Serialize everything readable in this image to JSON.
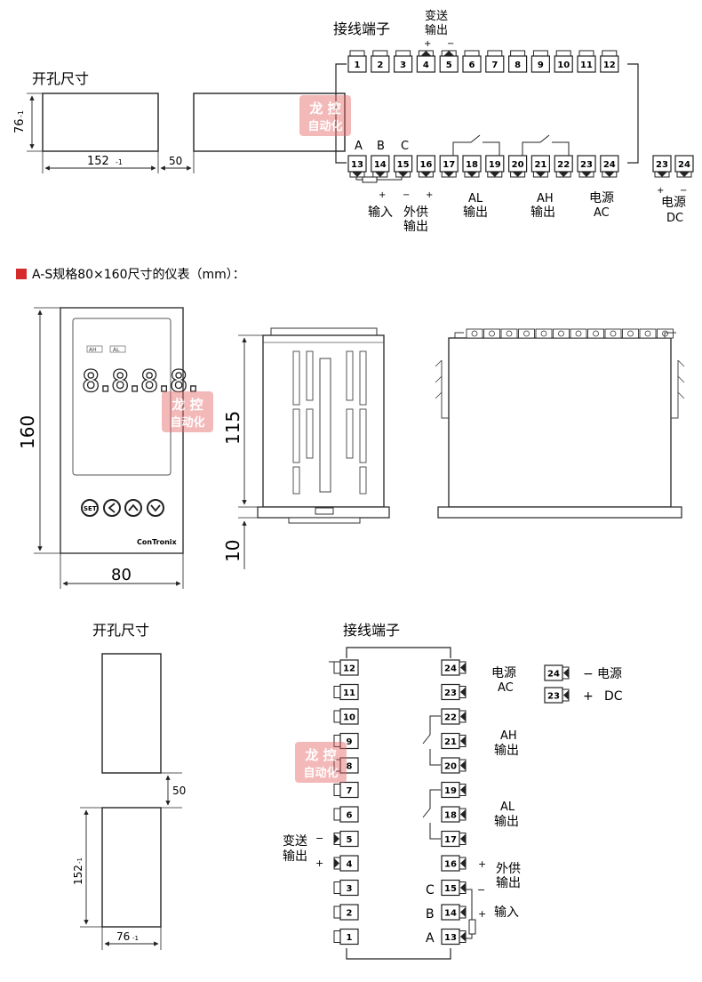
{
  "top": {
    "cutout_title": "开孔尺寸",
    "cutout_height": "76",
    "cutout_height_tol": "-1",
    "cutout_width": "152",
    "cutout_width_tol": "-1",
    "gap": "50",
    "terminals_title": "接线端子",
    "retrans_label_line1": "变送",
    "retrans_label_line2": "输出",
    "top_row": [
      "1",
      "2",
      "3",
      "4",
      "5",
      "6",
      "7",
      "8",
      "9",
      "10",
      "11",
      "12"
    ],
    "bottom_row": [
      "13",
      "14",
      "15",
      "16",
      "17",
      "18",
      "19",
      "20",
      "21",
      "22",
      "23",
      "24"
    ],
    "abc": [
      "A",
      "B",
      "C"
    ],
    "plus": "+",
    "minus": "−",
    "input_label": "输入",
    "ext_supply_line1": "外供",
    "ext_supply_line2": "输出",
    "al_line1": "AL",
    "al_line2": "输出",
    "ah_line1": "AH",
    "ah_line2": "输出",
    "power_line1": "电源",
    "power_ac": "AC",
    "dc_terms": [
      "23",
      "24"
    ],
    "power_dc": "DC"
  },
  "section_title": "A-S规格80×160尺寸的仪表（mm）：",
  "meter": {
    "height": "160",
    "width": "80",
    "depth": "115",
    "depth2": "10",
    "ind_ah": "AH",
    "ind_al": "AL",
    "display": "8.8.8.8.",
    "brand": "ConTronix",
    "btn_set": "SET"
  },
  "bottom": {
    "cutout_title": "开孔尺寸",
    "gap": "50",
    "height": "152",
    "height_tol": "-1",
    "width": "76",
    "width_tol": "-1",
    "terminals_title": "接线端子",
    "left_col": [
      "12",
      "11",
      "10",
      "9",
      "8",
      "7",
      "6",
      "5",
      "4",
      "3",
      "2",
      "1"
    ],
    "right_col": [
      "24",
      "23",
      "22",
      "21",
      "20",
      "19",
      "18",
      "17",
      "16",
      "15",
      "14",
      "13"
    ],
    "power_line1": "电源",
    "power_ac": "AC",
    "dc_terms": [
      "24",
      "23"
    ],
    "dc_minus": "−",
    "dc_plus": "+",
    "dc_label": "电源",
    "dc_label2": "DC",
    "ah_line1": "AH",
    "ah_line2": "输出",
    "al_line1": "AL",
    "al_line2": "输出",
    "retrans_line1": "变送",
    "retrans_line2": "输出",
    "minus": "−",
    "plus": "+",
    "ext_line1": "外供",
    "ext_line2": "输出",
    "abc": [
      "C",
      "B",
      "A"
    ],
    "input_label": "输入"
  },
  "watermark_line1": "龙 控",
  "watermark_line2": "自动化",
  "colors": {
    "bullet": "#d42a2a",
    "watermark": "#d94040",
    "line": "#222222"
  }
}
